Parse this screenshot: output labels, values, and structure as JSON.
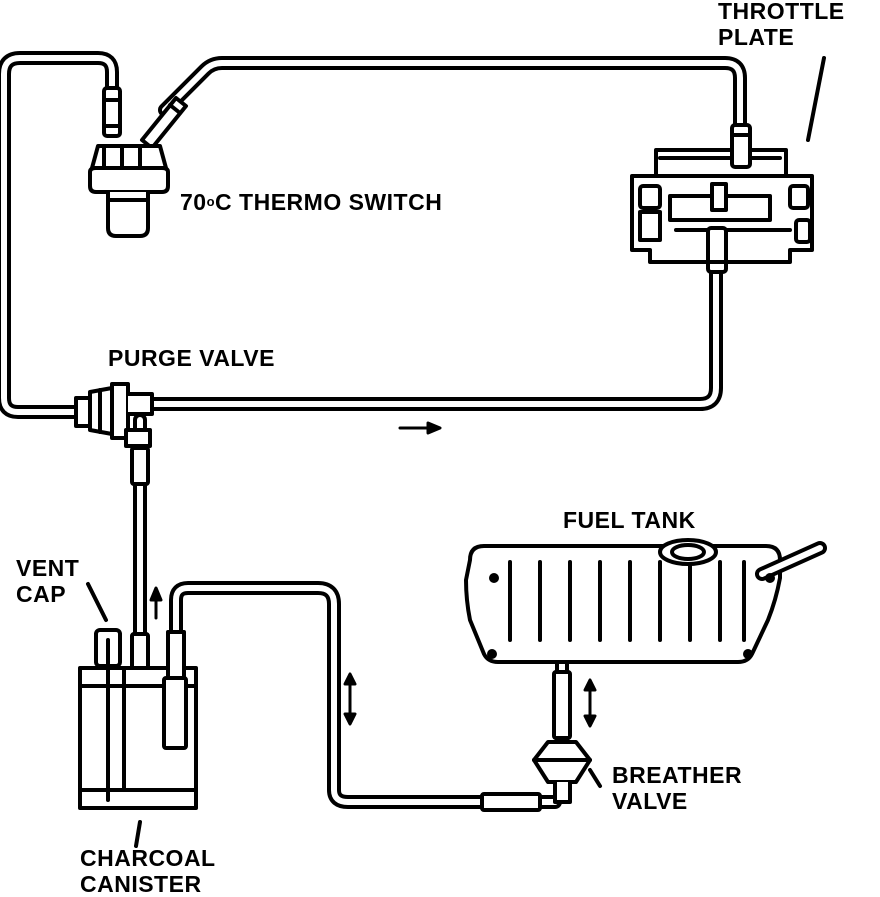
{
  "labels": {
    "throttle_plate": [
      "THROTTLE",
      "PLATE"
    ],
    "thermo_switch": {
      "number": "70",
      "degree": "o",
      "rest": "C THERMO SWITCH"
    },
    "purge_valve": "PURGE VALVE",
    "fuel_tank": "FUEL TANK",
    "vent_cap": [
      "VENT",
      "CAP"
    ],
    "breather_valve": [
      "BREATHER",
      "VALVE"
    ],
    "charcoal_canister": [
      "CHARCOAL",
      "CANISTER"
    ]
  }
}
